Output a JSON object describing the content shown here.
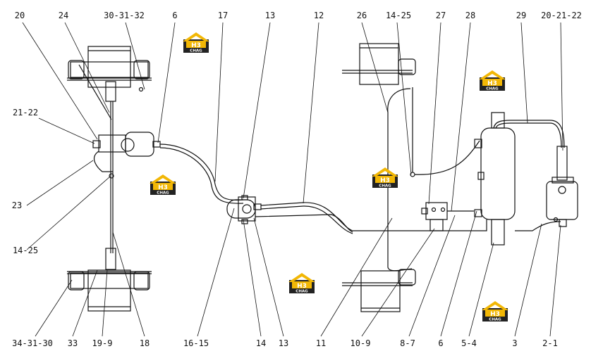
{
  "callouts": {
    "top": [
      "20",
      "24",
      "30-31-32",
      "6",
      "17",
      "13",
      "12",
      "26",
      "14-25",
      "27",
      "28",
      "29",
      "20-21-22"
    ],
    "left": [
      "21-22",
      "23",
      "14-25"
    ],
    "bottom": [
      "34-31-30",
      "33",
      "19-9",
      "18",
      "16-15",
      "14",
      "13",
      "11",
      "10-9",
      "8-7",
      "6",
      "5-4",
      "3",
      "2-1"
    ]
  },
  "watermark": {
    "mark": "H3",
    "sub": "CHAG",
    "accent": "#f2b705",
    "dark": "#222222"
  },
  "colors": {
    "line": "#111111",
    "background": "#ffffff"
  }
}
